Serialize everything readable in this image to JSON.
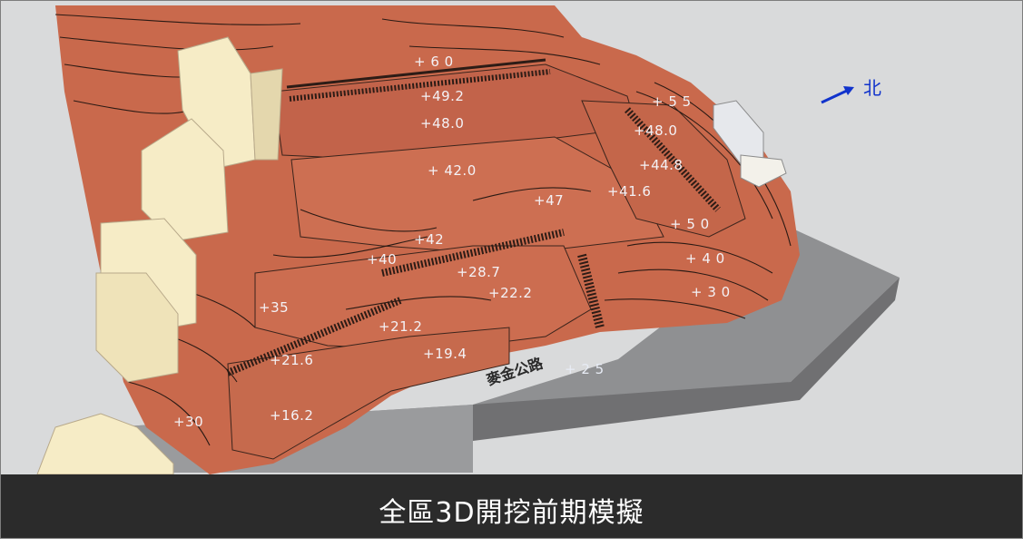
{
  "caption": "全區3D開挖前期模擬",
  "north": {
    "label": "北",
    "icon": "north-arrow-icon",
    "color": "#1133cc"
  },
  "road": {
    "name": "麥金公路",
    "elevation": "+ 2 5"
  },
  "elevations": {
    "e60": "+ 6 0",
    "e49_2": "+49.2",
    "e48_0a": "+48.0",
    "e42_0": "+ 42.0",
    "e55": "+ 5 5",
    "e48_0b": "+48.0",
    "e44_8": "+44.8",
    "e47": "+47",
    "e41_6": "+41.6",
    "e50": "+ 5 0",
    "e42": "+42",
    "e40": "+40",
    "e28_7": "+28.7",
    "e40b": "+ 4 0",
    "e22_2": "+22.2",
    "e30b": "+ 3 0",
    "e35": "+35",
    "e21_2": "+21.2",
    "e19_4": "+19.4",
    "e21_6": "+21.6",
    "e16_2": "+16.2",
    "e30": "+30"
  },
  "colors": {
    "terrain": "#c9694c",
    "contour": "#2a1a14",
    "building": "#f6ecc6",
    "road": "#8a8a8c",
    "background": "#d9dadb"
  }
}
